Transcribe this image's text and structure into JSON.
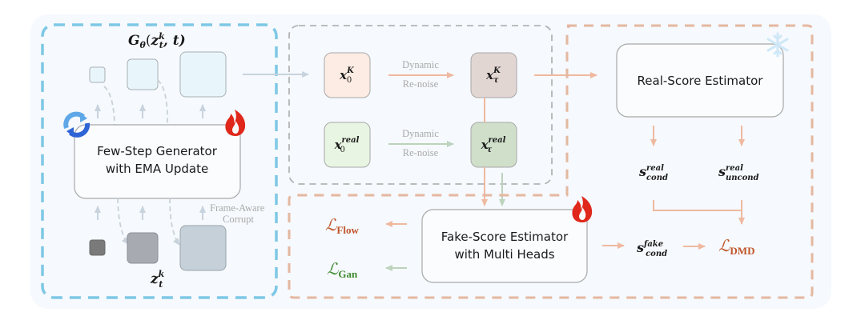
{
  "colors": {
    "background": "#f6f9fd",
    "generator_frame": "#7ec8e6",
    "renoise_frame": "#b3b3b3",
    "score_frame": "#e4b8a0",
    "orange_arrow": "#efb9a0",
    "green_arrow": "#bcd3bd",
    "blue_arrow": "#c7d3de",
    "loss_orange": "#c0552a",
    "loss_green": "#3f8a2e",
    "fire": "#e0271b",
    "snowflake": "#cfe8f7"
  },
  "generator": {
    "output_label": "Gθ(z_t^k, t)",
    "output_label_main": "G",
    "output_label_sub": "θ",
    "output_label_args_open": "(",
    "output_label_z": "z",
    "output_label_z_sup": "k",
    "output_label_z_sub": "t",
    "output_label_args_rest": ", t)",
    "box_line1": "Few-Step Generator",
    "box_line2": "with EMA Update",
    "corrupt_line1": "Frame-Aware",
    "corrupt_line2": "Corrupt",
    "input_label_base": "z",
    "input_label_sup": "k",
    "input_label_sub": "t",
    "ema_icon": "refresh-cycle-icon",
    "trainable_icon": "fire-icon"
  },
  "renoise": {
    "fake_input": {
      "base": "x",
      "sub": "0",
      "sup": "K"
    },
    "fake_output": {
      "base": "x",
      "sub": "τ",
      "sup": "K"
    },
    "real_input": {
      "base": "x",
      "sub": "0",
      "sup": "real"
    },
    "real_output": {
      "base": "x",
      "sub": "τ",
      "sup": "real"
    },
    "arrow_label_line1": "Dynamic",
    "arrow_label_line2": "Re-noise"
  },
  "real_score": {
    "box_label": "Real-Score Estimator",
    "frozen_icon": "snowflake-icon",
    "cond": {
      "base": "s",
      "sup": "real",
      "sub": "cond"
    },
    "uncond": {
      "base": "s",
      "sup": "real",
      "sub": "uncond"
    }
  },
  "fake_score": {
    "box_line1": "Fake-Score Estimator",
    "box_line2": "with Multi Heads",
    "trainable_icon": "fire-icon",
    "cond": {
      "base": "s",
      "sup": "fake",
      "sub": "cond"
    }
  },
  "losses": {
    "flow": {
      "base": "ℒ",
      "sub": "Flow"
    },
    "gan": {
      "base": "ℒ",
      "sub": "Gan"
    },
    "dmd": {
      "base": "ℒ",
      "sub": "DMD"
    }
  }
}
